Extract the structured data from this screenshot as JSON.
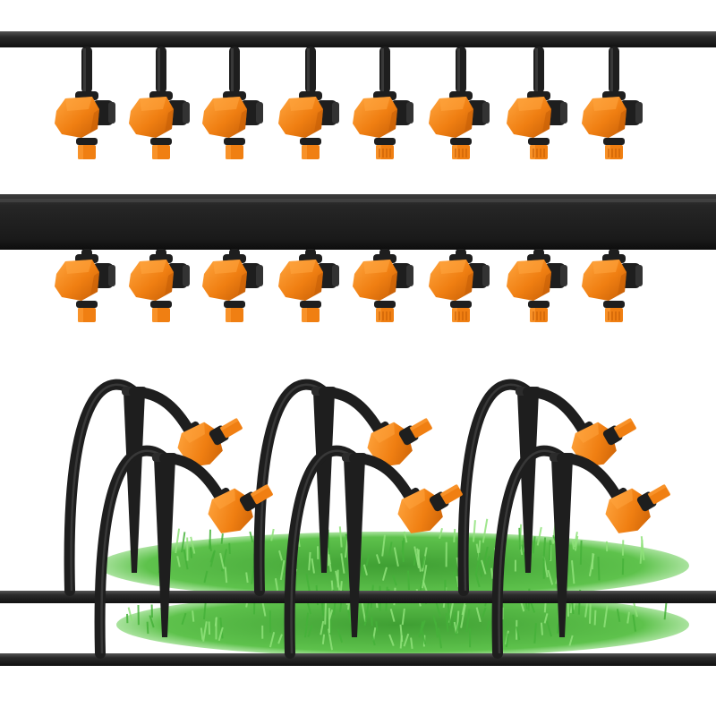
{
  "scene": {
    "subject": "irrigation-sprinkler-product-photo",
    "top_tube_row_count": 8,
    "bottom_tube_row_count": 8,
    "stake_sprinkler_count": 6,
    "colors": {
      "nozzle_orange": "#f07f12",
      "nozzle_orange_dark": "#c75f06",
      "nozzle_orange_light": "#ffa640",
      "tube_black": "#1e1e1e",
      "tube_highlight": "#4a4a4a",
      "grass_green": "#45b23a",
      "grass_light": "#8fe27a",
      "background": "#ffffff"
    }
  }
}
